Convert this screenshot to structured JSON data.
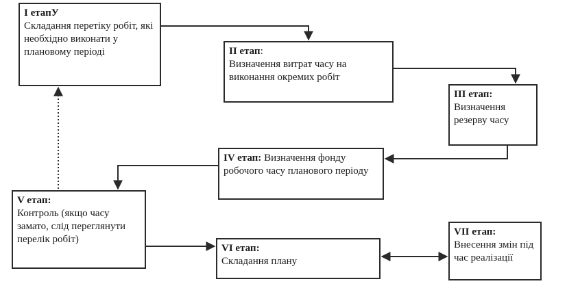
{
  "stages": [
    {
      "id": "stage-1",
      "title": "I етапУ",
      "desc": "Складання перетіку робіт, які необхідно виконати у плановому періоді"
    },
    {
      "id": "stage-2",
      "title": "II етап",
      "title_suffix": ":",
      "desc": "Визначення витрат часу на виконання окремих робіт"
    },
    {
      "id": "stage-3",
      "title": "III етап:",
      "desc": "Визначення резерву часу"
    },
    {
      "id": "stage-4",
      "title": "IV етап:",
      "desc": "Визначення фонду робочого часу планового періоду"
    },
    {
      "id": "stage-5",
      "title": "V етап:",
      "desc": "Контроль (якщо часу замато, слід переглянути перелік робіт)"
    },
    {
      "id": "stage-6",
      "title": "VI етап:",
      "desc": "Складання плану"
    },
    {
      "id": "stage-7",
      "title": "VII етап:",
      "desc": "Внесення змін під час реалізації"
    }
  ],
  "connectors": [
    {
      "from": "stage-1",
      "to": "stage-2",
      "style": "solid"
    },
    {
      "from": "stage-2",
      "to": "stage-3",
      "style": "solid"
    },
    {
      "from": "stage-3",
      "to": "stage-4",
      "style": "solid"
    },
    {
      "from": "stage-4",
      "to": "stage-5",
      "style": "solid"
    },
    {
      "from": "stage-5",
      "to": "stage-6",
      "style": "solid"
    },
    {
      "from": "stage-6",
      "to": "stage-7",
      "style": "solid-bidirectional"
    },
    {
      "from": "stage-5",
      "to": "stage-1",
      "style": "dotted"
    }
  ],
  "colors": {
    "line": "#2a2a2a",
    "background": "#ffffff"
  }
}
